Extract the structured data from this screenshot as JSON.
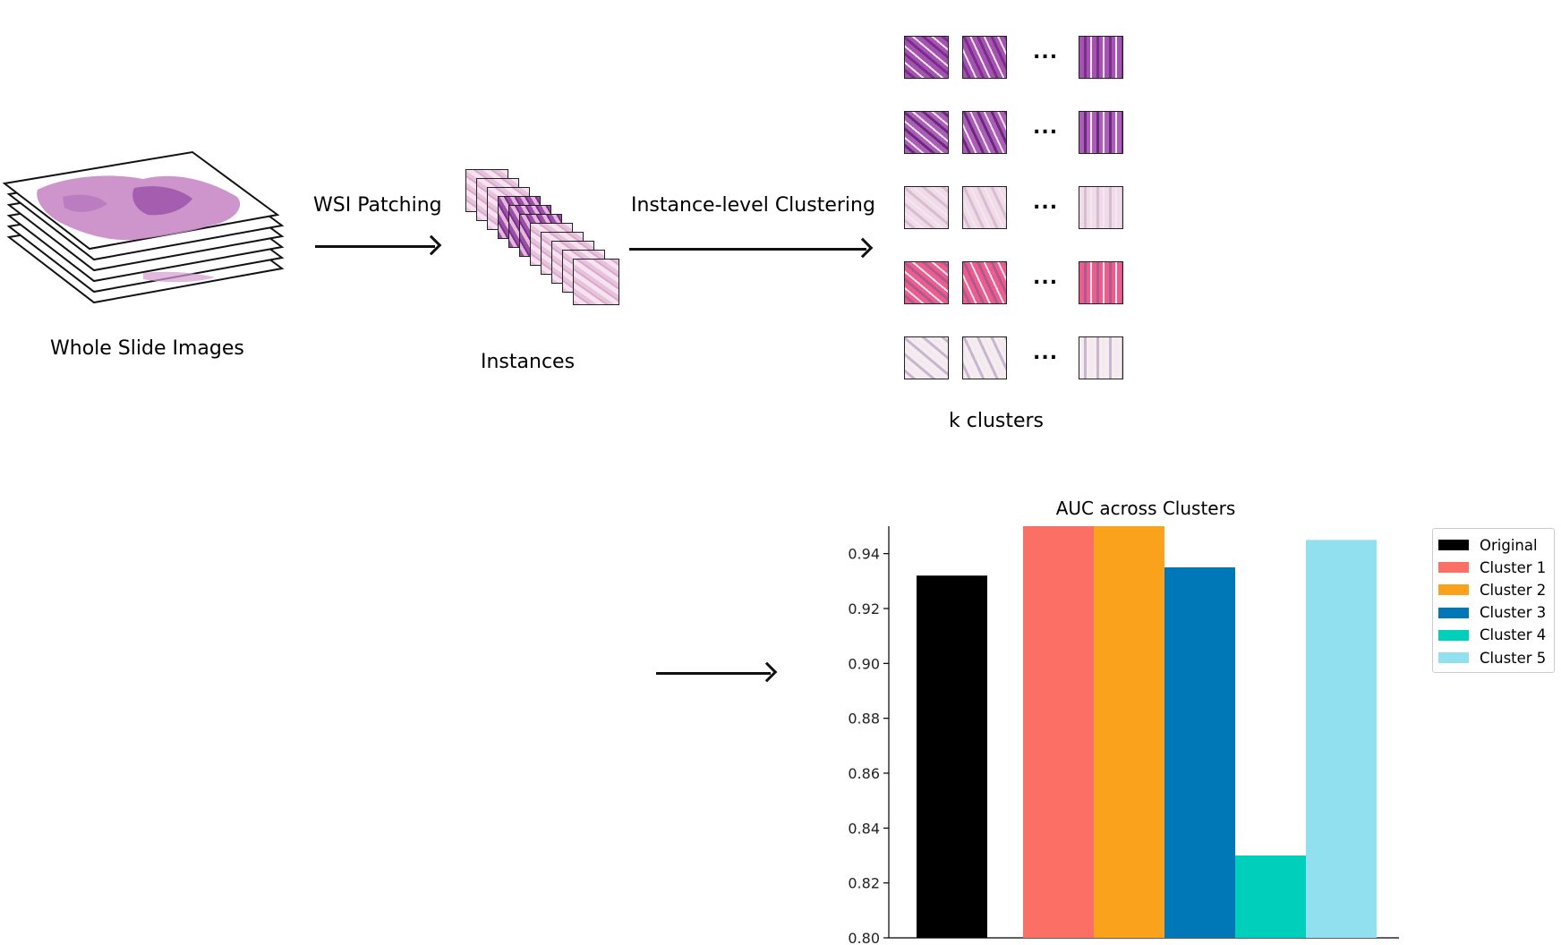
{
  "labels": {
    "wsi": "Whole Slide Images",
    "patching": "WSI Patching",
    "instances": "Instances",
    "clustering": "Instance-level Clustering",
    "clusters": "k clusters",
    "ellipsis": "..."
  },
  "cluster_tile_colors": [
    [
      "#a453b0",
      "#7b2d8c"
    ],
    [
      "#a95fb5",
      "#6e2781"
    ],
    [
      "#f0dbe8",
      "#d8bcd2"
    ],
    [
      "#ea5d8c",
      "#b3588f"
    ],
    [
      "#f3edf0",
      "#cbb4d0"
    ]
  ],
  "chart_data": {
    "type": "bar",
    "title": "AUC across Clusters",
    "xlabel": "",
    "ylabel": "",
    "ylim": [
      0.8,
      0.95
    ],
    "yticks": [
      "0.80",
      "0.82",
      "0.84",
      "0.86",
      "0.88",
      "0.90",
      "0.92",
      "0.94"
    ],
    "legend_position": "right",
    "series": [
      {
        "name": "Original",
        "value": 0.932,
        "color": "#000000"
      },
      {
        "name": "Cluster 1",
        "value": 0.95,
        "color": "#fc6f64"
      },
      {
        "name": "Cluster 2",
        "value": 0.95,
        "color": "#faa21b"
      },
      {
        "name": "Cluster 3",
        "value": 0.935,
        "color": "#0077b6"
      },
      {
        "name": "Cluster 4",
        "value": 0.83,
        "color": "#00d0bb"
      },
      {
        "name": "Cluster 5",
        "value": 0.945,
        "color": "#90e0ef"
      }
    ]
  }
}
